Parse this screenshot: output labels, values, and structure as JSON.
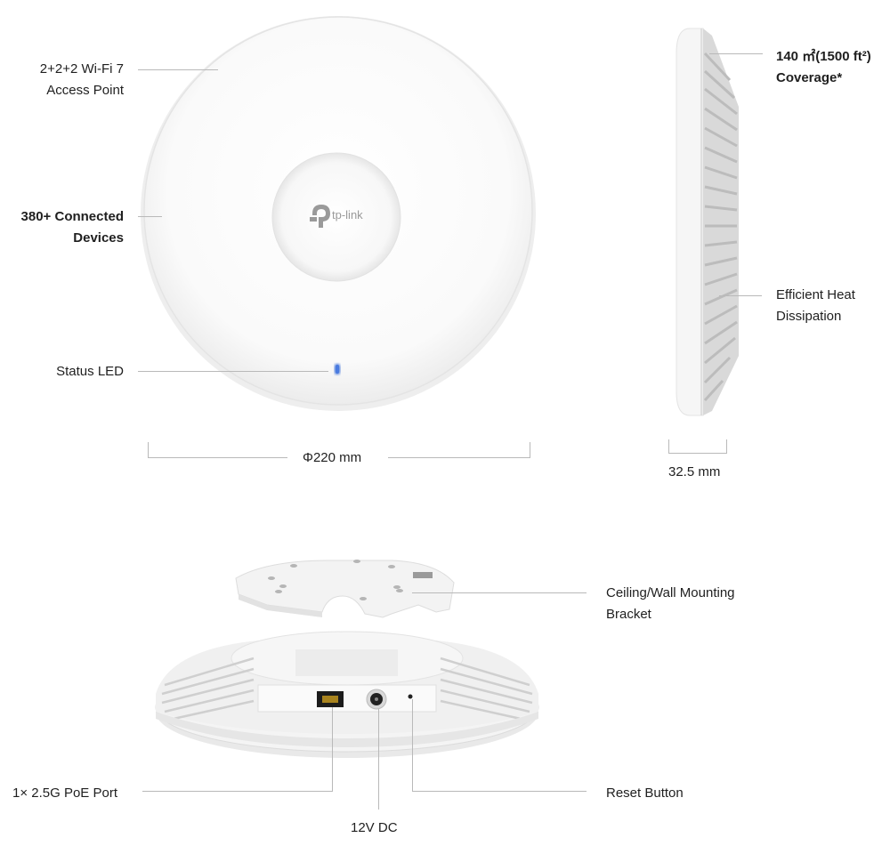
{
  "brand": {
    "logo_text": "tp-link",
    "led_color": "#3a6fd8"
  },
  "top_view": {
    "callouts": [
      {
        "id": "wifi7",
        "lines": [
          "2+2+2 Wi-Fi 7",
          "Access Point"
        ]
      },
      {
        "id": "devices",
        "lines": [
          "380+ Connected",
          "Devices"
        ]
      },
      {
        "id": "led",
        "lines": [
          "Status LED"
        ]
      }
    ],
    "dimension": "Φ220 mm"
  },
  "side_view": {
    "callouts": [
      {
        "id": "coverage",
        "lines": [
          "140 ㎡(1500 ft²)",
          "Coverage*"
        ]
      },
      {
        "id": "heat",
        "lines": [
          "Efficient Heat",
          "Dissipation"
        ]
      }
    ],
    "dimension": "32.5 mm"
  },
  "bottom_view": {
    "callouts": [
      {
        "id": "bracket",
        "lines": [
          "Ceiling/Wall Mounting",
          "Bracket"
        ]
      },
      {
        "id": "poe",
        "lines": [
          "1× 2.5G PoE Port"
        ]
      },
      {
        "id": "dc",
        "lines": [
          "12V DC"
        ]
      },
      {
        "id": "reset",
        "lines": [
          "Reset Button"
        ]
      }
    ]
  }
}
